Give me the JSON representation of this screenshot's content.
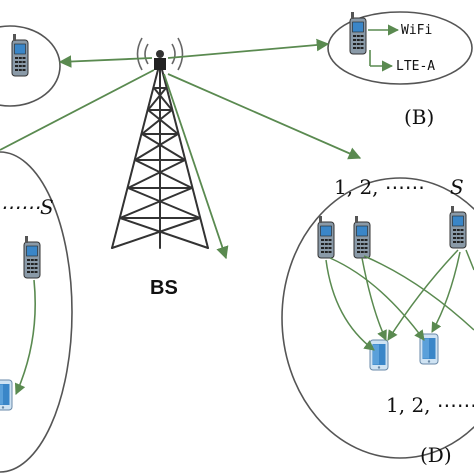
{
  "base_station": {
    "label": "BS"
  },
  "group_b": {
    "tag": "(B)",
    "link_wifi": "WiFi",
    "link_lte": "LTE-A"
  },
  "group_c": {
    "index_text": "⋯⋯S"
  },
  "group_d": {
    "tag": "(D)",
    "source_index": "1, 2, ⋯⋯",
    "source_index_last": "S",
    "receiver_index": "1, 2, ⋯⋯"
  },
  "colors": {
    "link": "#5a8a50",
    "outline": "#555555",
    "tower": "#333333",
    "phone_body": "#8a9aa8",
    "phone_screen": "#3a86c8"
  },
  "icons": [
    "tower-icon",
    "phone-icon",
    "smartphone-icon"
  ]
}
